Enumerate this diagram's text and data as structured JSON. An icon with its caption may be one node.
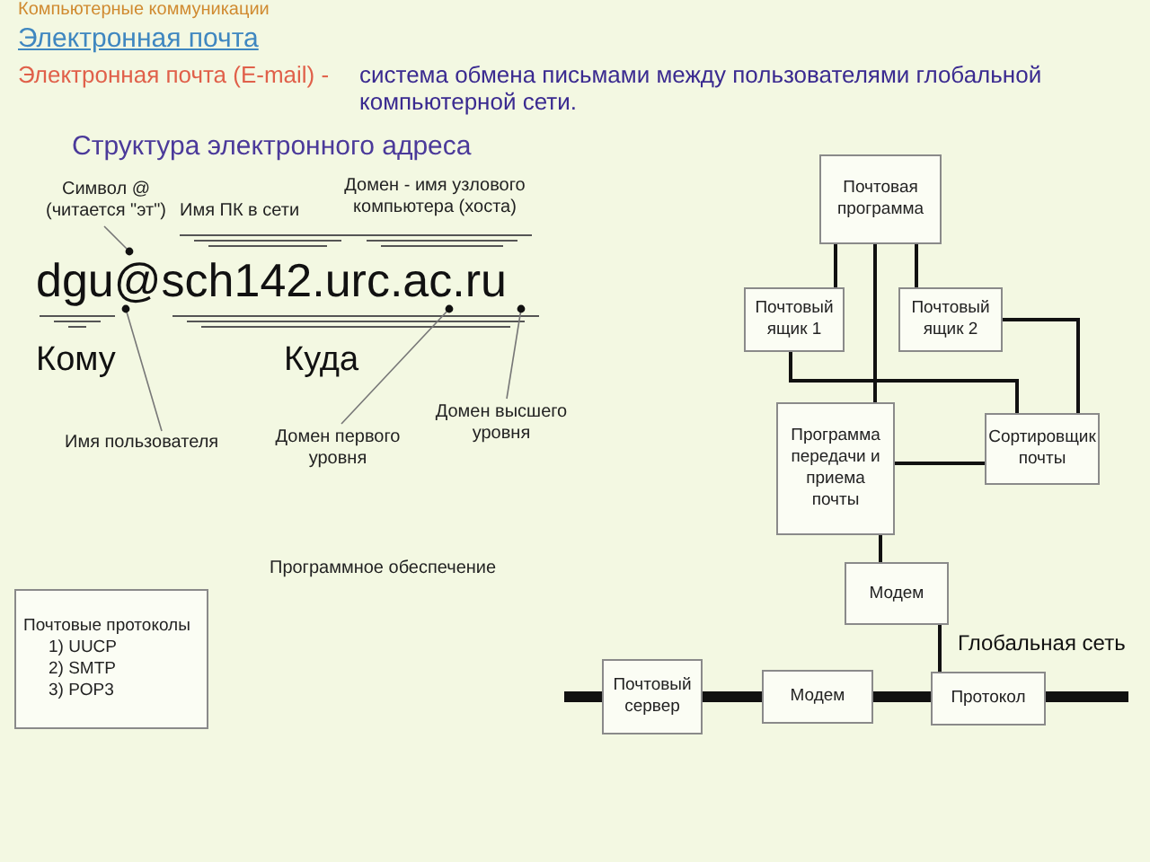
{
  "diagram": {
    "title": "Электронная почта",
    "nodes": [
      {
        "text": [
          "Символ @ (читается \"эт\")"
        ]
      },
      {
        "text": [
          "Имя пользователя"
        ]
      },
      {
        "text": [
          "Домен первого уровня"
        ]
      },
      {
        "text": [
          "Домен высшего уровня"
        ]
      },
      {
        "text": [
          "Почтовые протоколы",
          "1) UUCP",
          "2) SMTP",
          "3) POP3"
        ]
      },
      {
        "text": [
          "Почтовая программа"
        ]
      },
      {
        "text": [
          "Почтовый ящик 1"
        ]
      },
      {
        "text": [
          "Почтовый ящик 2"
        ]
      },
      {
        "text": [
          "Программа передачи и приема почты"
        ]
      },
      {
        "text": [
          "Сортировщик почты"
        ]
      },
      {
        "text": [
          "Модем"
        ]
      },
      {
        "text": [
          "Почтовый сервер"
        ]
      },
      {
        "text": [
          "Модем"
        ]
      },
      {
        "text": [
          "Протокол"
        ]
      },
      {
        "text": [
          "dgu@sch142.urc.ac.ru"
        ]
      }
    ],
    "edges": [
      {
        "from": 0,
        "to": 14,
        "arrow": "other",
        "color": "#777777"
      },
      {
        "from": 1,
        "to": 14,
        "arrow": "other",
        "color": "#777777"
      },
      {
        "from": 2,
        "to": 14,
        "arrow": "other",
        "color": "#777777"
      },
      {
        "from": 3,
        "to": 14,
        "arrow": "other",
        "color": "#777777"
      },
      {
        "from": 5,
        "to": 6,
        "arrow": "none"
      },
      {
        "from": 5,
        "to": 7,
        "arrow": "none"
      },
      {
        "from": 5,
        "to": 8,
        "arrow": "none"
      },
      {
        "from": 6,
        "to": 9,
        "arrow": "none"
      },
      {
        "from": 7,
        "to": 9,
        "arrow": "none"
      },
      {
        "from": 8,
        "to": 9,
        "arrow": "none"
      },
      {
        "from": 8,
        "to": 10,
        "arrow": "none"
      },
      {
        "from": 10,
        "to": 13,
        "arrow": "none"
      },
      {
        "from": null,
        "to": 11,
        "arrow": "none",
        "style": "thick"
      },
      {
        "from": 11,
        "to": 12,
        "arrow": "none",
        "style": "thick"
      },
      {
        "from": 12,
        "to": 13,
        "arrow": "none",
        "style": "thick"
      },
      {
        "from": 13,
        "to": null,
        "arrow": "none",
        "style": "thick"
      }
    ],
    "labels": [
      "Компьютерные коммуникации",
      "Электронная почта (E-mail) -",
      "система обмена письмами между пользователями глобальной компьютерной сети.",
      "Структура электронного адреса",
      "Имя ПК в сети",
      "Домен - имя узлового компьютера (хоста)",
      "Кому",
      "Куда",
      "Программное обеспечение",
      "Глобальная сеть"
    ]
  }
}
